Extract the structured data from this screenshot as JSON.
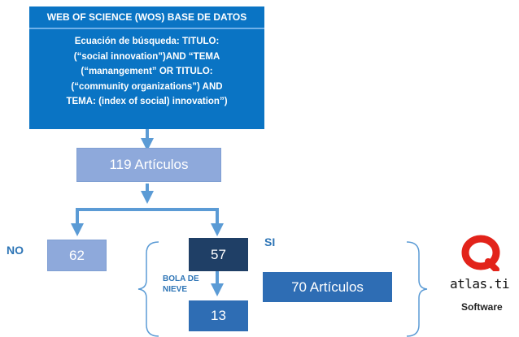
{
  "wos": {
    "title": "WEB OF SCIENCE (WOS) BASE DE DATOS",
    "query_lines": [
      "Ecuación de búsqueda: TITULO:",
      "(“social innovation”)AND “TEMA",
      "(“manangement” OR TITULO:",
      "(“community organizations”) AND",
      "TEMA: (index of social) innovation”)"
    ]
  },
  "articles_box": "119 Artículos",
  "no": {
    "label": "NO",
    "value": "62"
  },
  "si": {
    "label": "SI",
    "value": "57"
  },
  "bola_de_nieve": {
    "line1": "BOLA DE",
    "line2": "NIEVE",
    "value": "13"
  },
  "total_box": "70 Artículos",
  "software": {
    "logo_text": "atlas.ti",
    "label": "Software",
    "logo_color": "#e2231a"
  },
  "colors": {
    "wos_blue": "#0a74c4",
    "light_box": "#8ea9db",
    "dark_box": "#1f3f66",
    "mid_box": "#2e6db4",
    "arrow": "#5b9bd5",
    "label_blue": "#2e75b6"
  }
}
